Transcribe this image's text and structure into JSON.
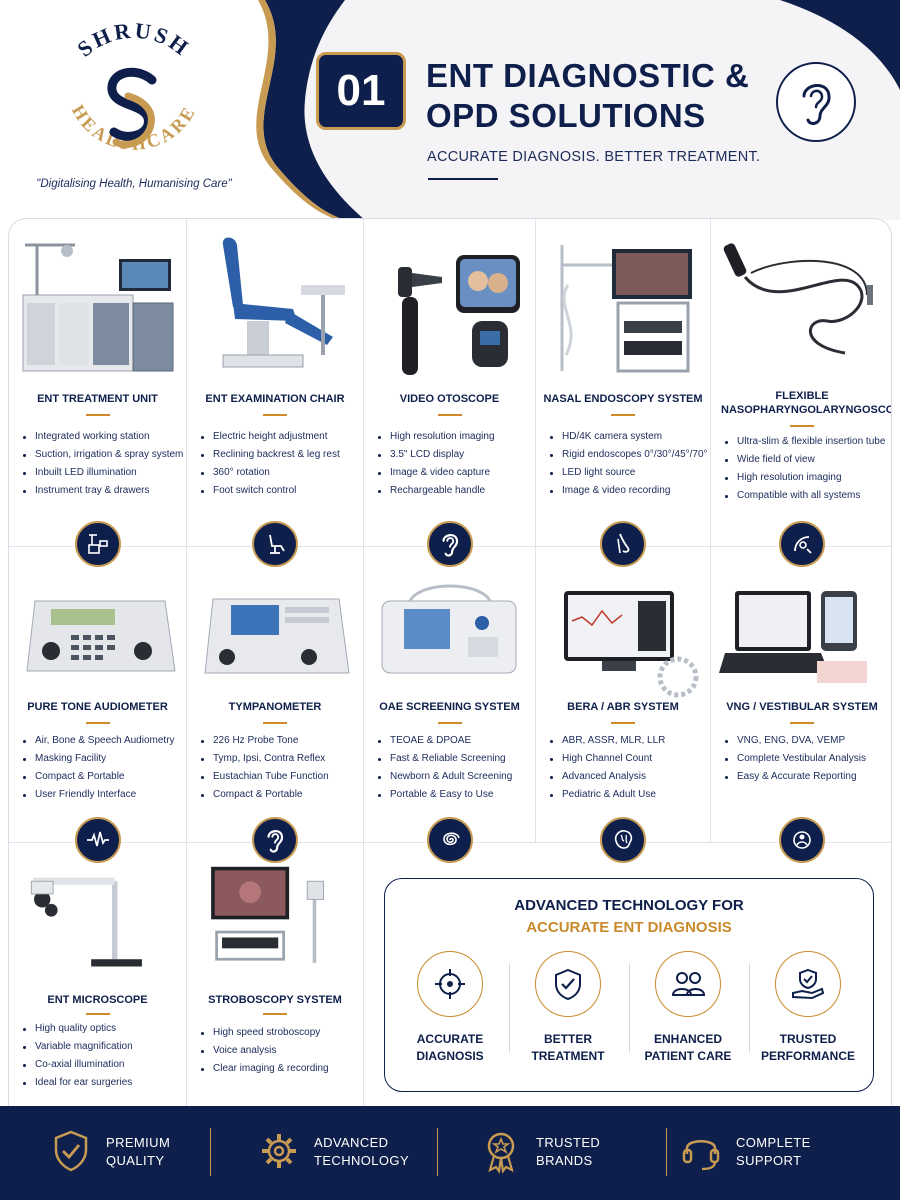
{
  "brand": {
    "logo_text_top": "SHRUSH",
    "logo_text_bottom": "HEALTHCARE",
    "tagline": "\"Digitalising Health, Humanising Care\""
  },
  "header": {
    "number": "01",
    "title_line1": "ENT DIAGNOSTIC &",
    "title_line2": "OPD SOLUTIONS",
    "subtitle": "ACCURATE DIAGNOSIS. BETTER TREATMENT.",
    "badge_icon": "ear-icon"
  },
  "products": [
    {
      "name": "ENT TREATMENT UNIT",
      "features": [
        "Integrated working station",
        "Suction, irrigation & spray system",
        "Inbuilt LED illumination",
        "Instrument tray & drawers"
      ],
      "icon": "treatment-unit-icon"
    },
    {
      "name": "ENT EXAMINATION CHAIR",
      "features": [
        "Electric height adjustment",
        "Reclining backrest & leg rest",
        "360° rotation",
        "Foot switch control"
      ],
      "icon": "chair-icon"
    },
    {
      "name": "VIDEO OTOSCOPE",
      "features": [
        "High resolution imaging",
        "3.5\" LCD display",
        "Image & video capture",
        "Rechargeable handle"
      ],
      "icon": "ear-icon"
    },
    {
      "name": "NASAL ENDOSCOPY SYSTEM",
      "features": [
        "HD/4K camera system",
        "Rigid endoscopes 0°/30°/45°/70°",
        "LED light source",
        "Image & video recording"
      ],
      "icon": "nose-icon"
    },
    {
      "name": "FLEXIBLE NASOPHARYNGOLARYNGOSCOPE",
      "features": [
        "Ultra-slim & flexible insertion tube",
        "Wide field of view",
        "High resolution imaging",
        "Compatible with all systems"
      ],
      "icon": "throat-icon"
    },
    {
      "name": "PURE TONE AUDIOMETER",
      "features": [
        "Air, Bone & Speech Audiometry",
        "Masking Facility",
        "Compact & Portable",
        "User Friendly Interface"
      ],
      "icon": "waveform-icon"
    },
    {
      "name": "TYMPANOMETER",
      "features": [
        "226 Hz Probe Tone",
        "Tymp, Ipsi, Contra Reflex",
        "Eustachian Tube Function",
        "Compact & Portable"
      ],
      "icon": "ear-icon"
    },
    {
      "name": "OAE SCREENING SYSTEM",
      "features": [
        "TEOAE & DPOAE",
        "Fast & Reliable Screening",
        "Newborn & Adult Screening",
        "Portable & Easy to Use"
      ],
      "icon": "cochlea-icon"
    },
    {
      "name": "BERA / ABR SYSTEM",
      "features": [
        "ABR, ASSR, MLR, LLR",
        "High Channel Count",
        "Advanced Analysis",
        "Pediatric & Adult Use"
      ],
      "icon": "brain-icon"
    },
    {
      "name": "VNG / VESTIBULAR SYSTEM",
      "features": [
        "VNG, ENG, DVA, VEMP",
        "Complete Vestibular Analysis",
        "Easy & Accurate Reporting"
      ],
      "icon": "vestibular-icon"
    },
    {
      "name": "ENT MICROSCOPE",
      "features": [
        "High quality optics",
        "Variable magnification",
        "Co-axial illumination",
        "Ideal for ear surgeries"
      ],
      "icon": ""
    },
    {
      "name": "STROBOSCOPY SYSTEM",
      "features": [
        "High speed stroboscopy",
        "Voice analysis",
        "Clear imaging & recording"
      ],
      "icon": ""
    }
  ],
  "advantages": {
    "title_line1": "ADVANCED TECHNOLOGY FOR",
    "title_line2": "ACCURATE ENT DIAGNOSIS",
    "accent_color": "#c98a2b",
    "items": [
      {
        "line1": "ACCURATE",
        "line2": "DIAGNOSIS",
        "icon": "target-icon"
      },
      {
        "line1": "BETTER",
        "line2": "TREATMENT",
        "icon": "shield-check-icon"
      },
      {
        "line1": "ENHANCED",
        "line2": "PATIENT CARE",
        "icon": "people-icon"
      },
      {
        "line1": "TRUSTED",
        "line2": "PERFORMANCE",
        "icon": "hand-shield-icon"
      }
    ]
  },
  "footer": {
    "items": [
      {
        "line1": "PREMIUM",
        "line2": "QUALITY",
        "icon": "shield-check-icon"
      },
      {
        "line1": "ADVANCED",
        "line2": "TECHNOLOGY",
        "icon": "gear-icon"
      },
      {
        "line1": "TRUSTED",
        "line2": "BRANDS",
        "icon": "award-icon"
      },
      {
        "line1": "COMPLETE",
        "line2": "SUPPORT",
        "icon": "headset-icon"
      }
    ]
  },
  "colors": {
    "navy": "#0f1f4b",
    "gold": "#c89b52",
    "accent": "#d08a2a"
  }
}
